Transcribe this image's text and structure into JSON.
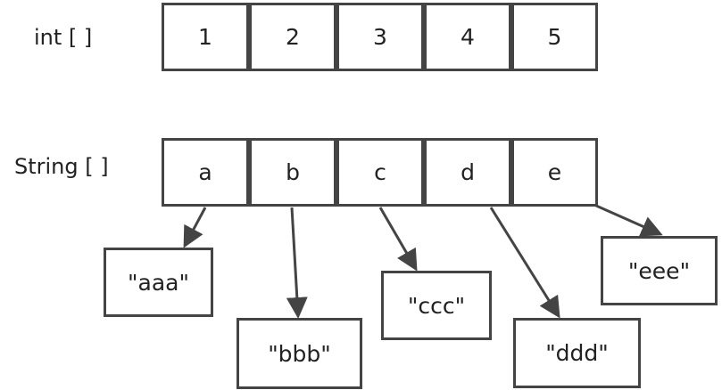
{
  "int_array": {
    "label": "int [ ]",
    "cells": [
      "1",
      "2",
      "3",
      "4",
      "5"
    ]
  },
  "string_array": {
    "label": "String [ ]",
    "cells": [
      "a",
      "b",
      "c",
      "d",
      "e"
    ]
  },
  "targets": [
    "\"aaa\"",
    "\"bbb\"",
    "\"ccc\"",
    "\"ddd\"",
    "\"eee\""
  ],
  "colors": {
    "stroke": "#444444",
    "text": "#222222"
  }
}
